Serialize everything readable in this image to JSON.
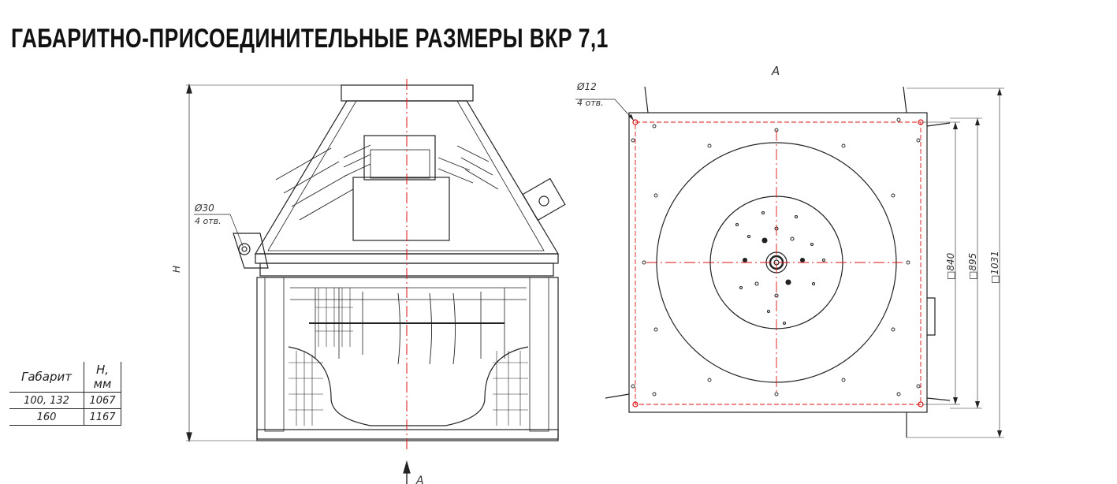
{
  "page": {
    "title": "ГАБАРИТНО-ПРИСОЕДИНИТЕЛЬНЫЕ РАЗМЕРЫ ВКР 7,1"
  },
  "side_view": {
    "height_label": "H",
    "hole_dia": "Ø30",
    "hole_count": "4 отв.",
    "view_arrow_label": "A"
  },
  "top_view": {
    "view_label": "A",
    "hole_dia": "Ø12",
    "hole_count": "4 отв.",
    "dim_inner": "□840",
    "dim_mid": "□895",
    "dim_outer": "□1031"
  },
  "table": {
    "headers": [
      "Габарит",
      "H, мм"
    ],
    "rows": [
      [
        "100, 132",
        "1067"
      ],
      [
        "160",
        "1167"
      ]
    ]
  }
}
